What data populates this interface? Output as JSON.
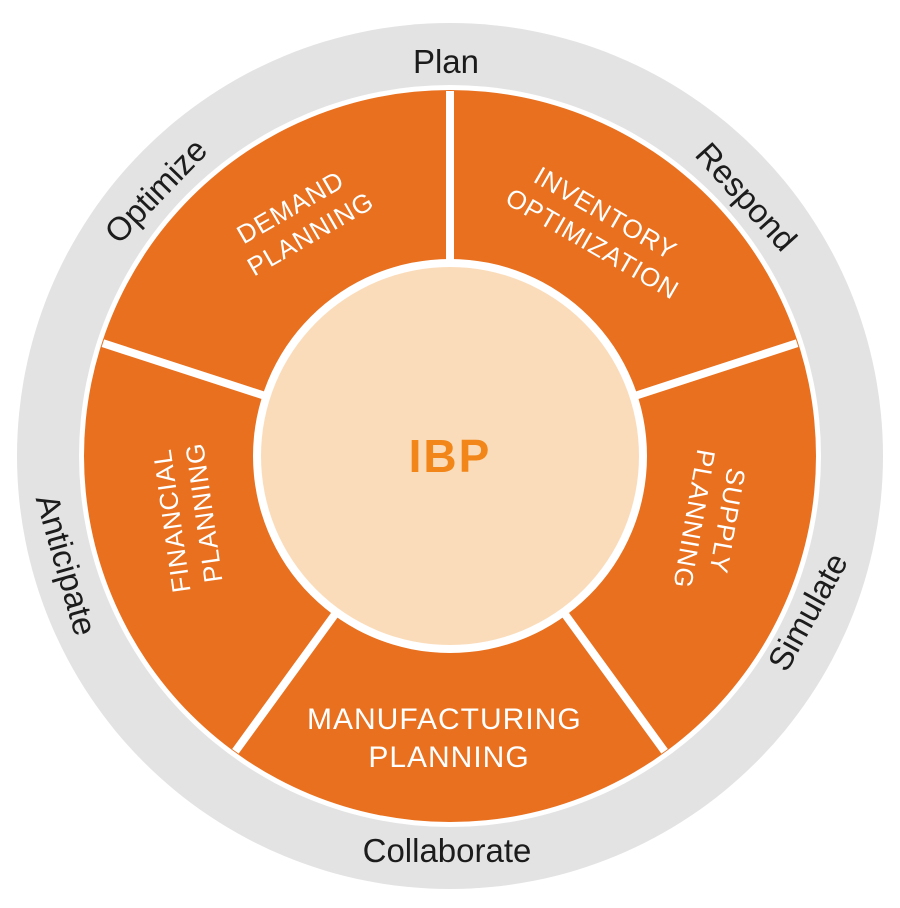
{
  "diagram": {
    "type": "circular-wheel",
    "center": {
      "label": "IBP"
    },
    "segments": [
      {
        "id": "demand-planning",
        "line1": "DEMAND",
        "line2": "PLANNING"
      },
      {
        "id": "inventory-optimization",
        "line1": "INVENTORY",
        "line2": "OPTIMIZATION"
      },
      {
        "id": "supply-planning",
        "line1": "SUPPLY",
        "line2": "PLANNING"
      },
      {
        "id": "manufacturing-planning",
        "line1": "MANUFACTURING",
        "line2": "PLANNING"
      },
      {
        "id": "financial-planning",
        "line1": "FINANCIAL",
        "line2": "PLANNING"
      }
    ],
    "outer_ring": {
      "labels": [
        {
          "id": "plan",
          "text": "Plan"
        },
        {
          "id": "respond",
          "text": "Respond"
        },
        {
          "id": "simulate",
          "text": "Simulate"
        },
        {
          "id": "collaborate",
          "text": "Collaborate"
        },
        {
          "id": "anticipate",
          "text": "Anticipate"
        },
        {
          "id": "optimize",
          "text": "Optimize"
        }
      ]
    }
  },
  "colors": {
    "orange": "#E8701F",
    "peach": "#FBDCBA",
    "gray": "#E3E3E3",
    "ibp_orange": "#F28618",
    "text_dark": "#1C1C1C",
    "white": "#FFFFFF"
  }
}
